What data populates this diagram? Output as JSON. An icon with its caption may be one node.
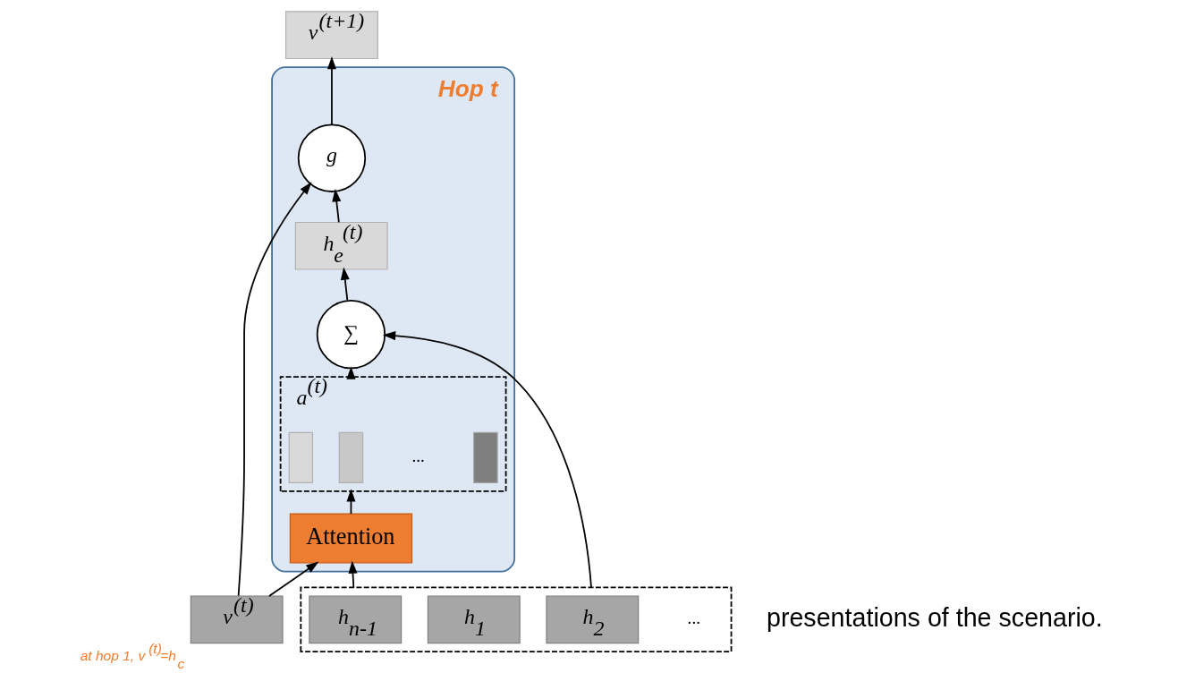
{
  "diagram": {
    "nodes": [
      {
        "text": [
          "Hop t"
        ]
      },
      {
        "text": [
          "h$_{e}$$^{(t)}$"
        ],
        "in": 0
      },
      {
        "text": [
          "g"
        ],
        "in": 0
      },
      {
        "text": [
          "∑"
        ],
        "in": 0
      },
      {
        "text": [
          "a$^{(t)}$"
        ],
        "in": 0
      },
      {
        "text": [],
        "shape": "bar",
        "in": 4
      },
      {
        "text": [],
        "shape": "bar",
        "in": 4
      },
      {
        "text": [],
        "shape": "bar",
        "in": 4
      },
      {
        "text": [
          "Attention"
        ],
        "in": 0
      },
      {
        "text": [
          "v$^{(t+1)}$"
        ]
      },
      {
        "text": [
          "v$^{(t)}$"
        ],
        "beside": [
          "at hop 1, v$^{(t)}$=h$_{c}$"
        ]
      },
      {
        "text": [],
        "shape": "box"
      },
      {
        "text": [
          "h$_{1}$"
        ],
        "in": 11
      },
      {
        "text": [
          "h$_{2}$"
        ],
        "in": 11
      },
      {
        "text": [
          "h$_{n-1}$"
        ],
        "in": 11
      }
    ],
    "edges": [
      {
        "from": 11,
        "to": 3,
        "arrow": "to"
      },
      {
        "from": 11,
        "to": 8,
        "arrow": "to"
      },
      {
        "from": 8,
        "to": 4,
        "arrow": "to"
      },
      {
        "from": 4,
        "to": 3,
        "arrow": "to"
      },
      {
        "from": 3,
        "to": 1,
        "arrow": "to"
      },
      {
        "from": 1,
        "to": 2,
        "arrow": "to"
      },
      {
        "from": 2,
        "to": 9,
        "arrow": "to"
      },
      {
        "from": 10,
        "to": 2,
        "arrow": "to"
      },
      {
        "from": 10,
        "to": 8,
        "arrow": "to"
      }
    ],
    "labels": [
      "presentations of the scenario.",
      "...",
      "..."
    ]
  }
}
